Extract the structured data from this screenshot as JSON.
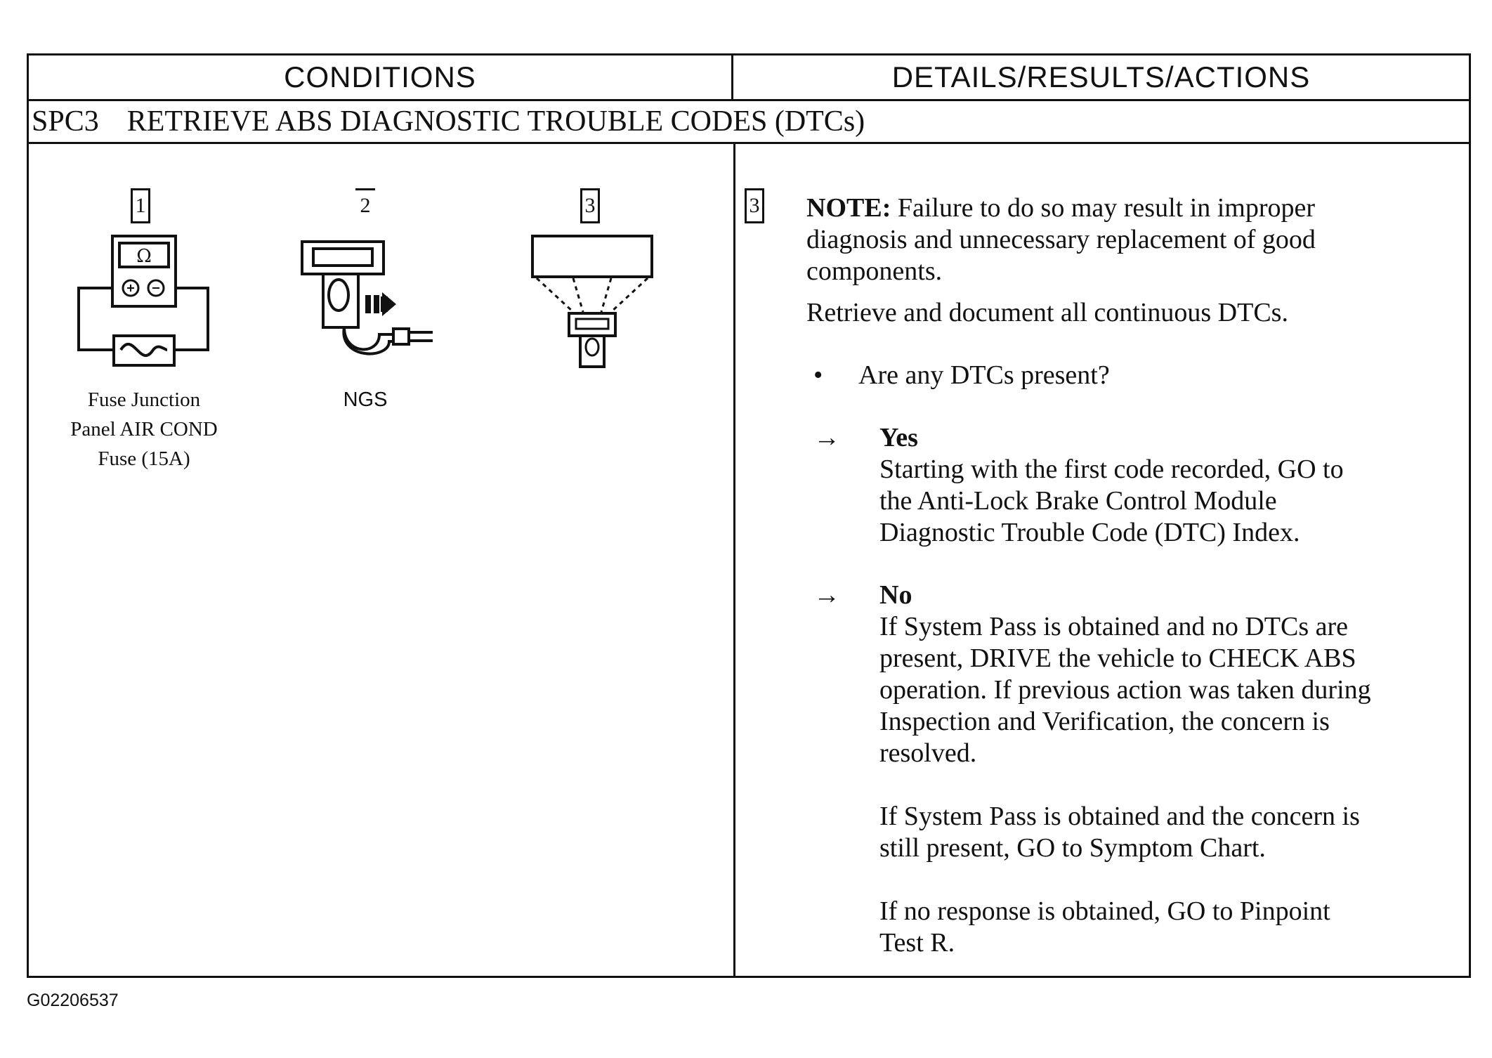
{
  "header": {
    "conditions": "CONDITIONS",
    "details": "DETAILS/RESULTS/ACTIONS"
  },
  "step": {
    "code": "SPC3",
    "title": "RETRIEVE ABS DIAGNOSTIC TROUBLE CODES (DTCs)"
  },
  "figures": [
    {
      "number": "1",
      "icon": "multimeter-fuse-icon",
      "caption": "Fuse Junction\nPanel AIR COND\nFuse (15A)"
    },
    {
      "number": "2",
      "icon": "ngs-tester-icon",
      "caption": "NGS"
    },
    {
      "number": "3",
      "icon": "scan-tool-display-icon",
      "caption": ""
    }
  ],
  "details": {
    "step_number": "3",
    "note_label": "NOTE:",
    "note_text": "Failure to do so may result in improper\ndiagnosis and unnecessary replacement of good\ncomponents.",
    "instruction": "Retrieve and document all continuous DTCs.",
    "bullet": "•",
    "question": "Are any DTCs present?",
    "arrow": "→",
    "yes_label": "Yes",
    "yes_text": "Starting with the first code recorded, GO to\nthe Anti-Lock Brake Control Module\nDiagnostic Trouble Code (DTC) Index.",
    "no_label": "No",
    "no_text_1": "If System Pass is obtained and no DTCs are\npresent, DRIVE the vehicle to CHECK ABS\noperation. If previous action was taken during\nInspection and Verification, the concern is\nresolved.",
    "no_text_2": "If System Pass is obtained and the concern is\nstill present, GO to Symptom Chart.",
    "no_text_3": "If no response is obtained, GO to Pinpoint\nTest R."
  },
  "footer": {
    "figure_id": "G02206537"
  }
}
